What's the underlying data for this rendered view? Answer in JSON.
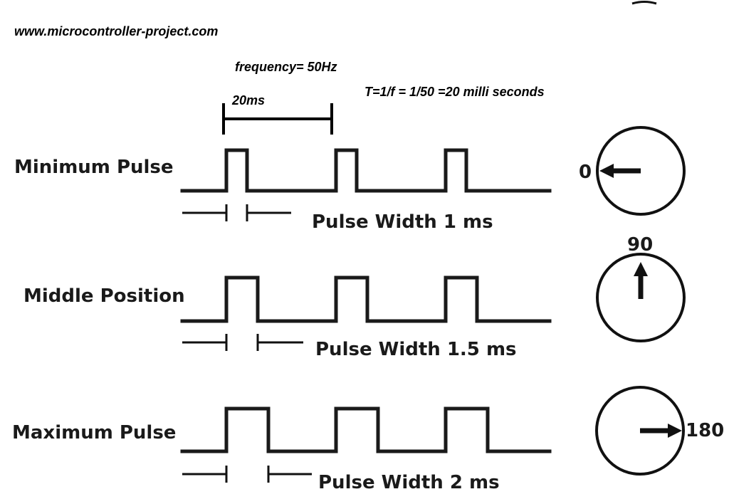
{
  "header": {
    "website": "www.microcontroller-project.com",
    "frequency": "frequency= 50Hz",
    "period_label": "20ms",
    "formula": "T=1/f = 1/50 =20 milli seconds"
  },
  "rows": [
    {
      "label": "Minimum Pulse",
      "pulse_width_text": "Pulse Width 1 ms",
      "pulse_width_ms": 1,
      "angle_label": "0",
      "angle_deg": 0
    },
    {
      "label": "Middle Position",
      "pulse_width_text": "Pulse Width 1.5 ms",
      "pulse_width_ms": 1.5,
      "angle_label": "90",
      "angle_deg": 90
    },
    {
      "label": "Maximum Pulse",
      "pulse_width_text": "Pulse Width 2 ms",
      "pulse_width_ms": 2,
      "angle_label": "180",
      "angle_deg": 180
    }
  ]
}
